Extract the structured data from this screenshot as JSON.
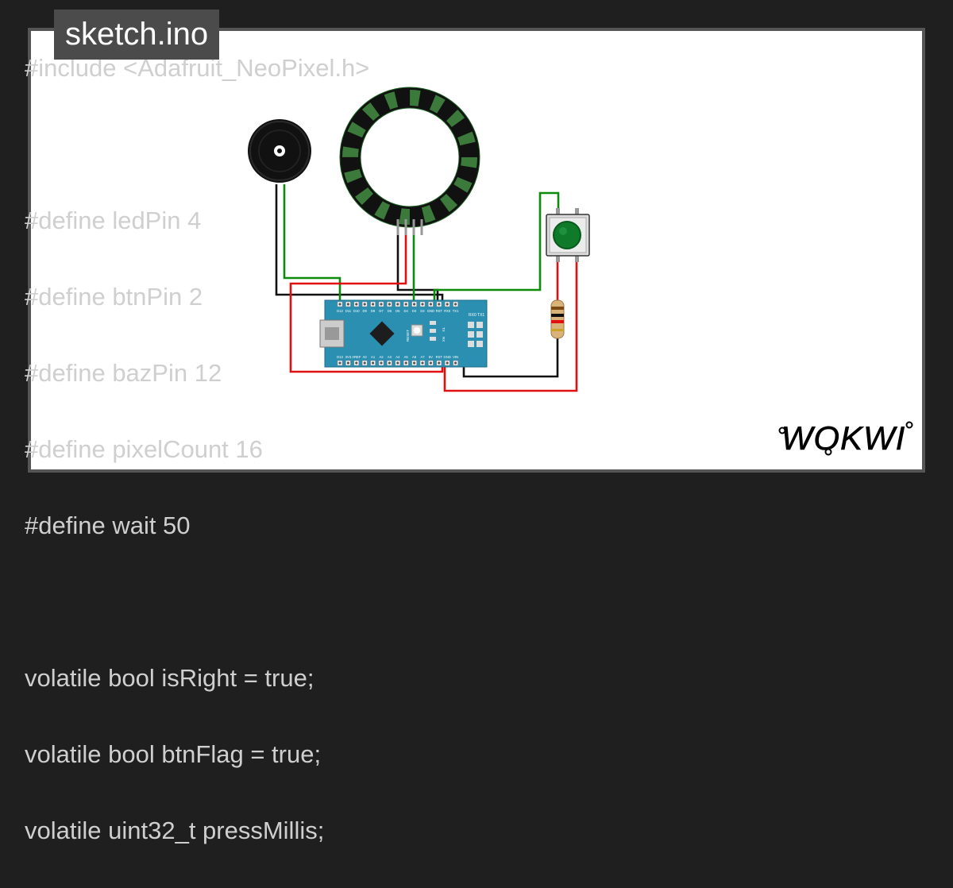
{
  "tab": {
    "filename": "sketch.ino"
  },
  "code_lines": [
    "#include <Adafruit_NeoPixel.h>",
    "",
    "#define ledPin 4",
    "#define btnPin 2",
    "#define bazPin 12",
    "#define pixelCount 16",
    "#define wait 50",
    "",
    "volatile bool isRight = true;",
    "volatile bool btnFlag = true;",
    "volatile uint32_t pressMillis;"
  ],
  "components": {
    "buzzer": "buzzer-icon",
    "ring": "neopixel-ring-icon",
    "button": "pushbutton-icon",
    "resistor": "resistor-icon",
    "board": "arduino-nano-icon"
  },
  "nano": {
    "top_pins": [
      "D12",
      "D11",
      "D10",
      "D9",
      "D8",
      "D7",
      "D6",
      "D5",
      "D4",
      "D3",
      "D2",
      "GND",
      "RST",
      "RX0",
      "TX1"
    ],
    "bottom_pins": [
      "D13",
      "3V3",
      "AREF",
      "A0",
      "A1",
      "A2",
      "A3",
      "A4",
      "A5",
      "A6",
      "A7",
      "5V",
      "RST",
      "GND",
      "VIN"
    ],
    "board_labels": [
      "TX",
      "RX",
      "ON",
      "L",
      "RESET"
    ],
    "header_label": "RX0 TX1"
  },
  "logo": {
    "text": "WOKWI"
  },
  "colors": {
    "background": "#1f1f1f",
    "sheet": "#ffffff",
    "code_text": "#cfcfcf",
    "tab_bg": "#4b4b4b",
    "board": "#2a8fb0",
    "wire_red": "#e01010",
    "wire_black": "#111111",
    "wire_green": "#0b8a0b",
    "button_cap": "#0f7a2a"
  }
}
